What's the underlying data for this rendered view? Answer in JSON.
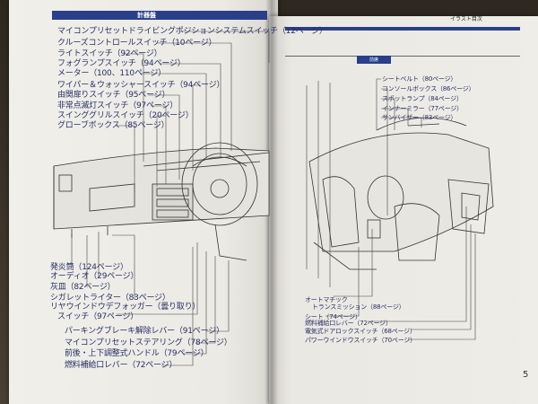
{
  "left_page": {
    "section_title": "計器盤",
    "top_labels": [
      "マイコンプリセットドライビングポジションシステムスイッチ（12ページ）",
      "クルーズコントロールスイッチ（10ページ）",
      "ライトスイッチ（92ページ）",
      "フォグランプスイッチ（94ページ）",
      "メーター（100、110ページ）",
      "ワイパー＆ウォッシャースイッチ（94ページ）",
      "由関扉りスイッチ（95ページ）",
      "非常点滅灯スイッチ（97ページ）",
      "スインググリルスイッチ（20ページ）",
      "グローブボックス（85ページ）"
    ],
    "bottom_labels": [
      "発炎筒（124ページ）",
      "オーディオ（29ページ）",
      "灰皿（82ページ）",
      "シガレットライター（83ページ）",
      "リヤウインドウデフォッガー（曇り取り）",
      "スイッチ（97ページ）",
      "パーキングブレーキ解除レバー（91ページ）",
      "マイコンプリセットステアリング（78ページ）",
      "前後・上下調整式ハンドル（79ページ）",
      "燃料補給口レバー（72ページ）"
    ]
  },
  "right_page": {
    "corner_tag": "イラスト目次",
    "section_title": "前席",
    "top_labels": [
      "シートベルト（80ページ）",
      "コンソールボックス（86ページ）",
      "スポットランプ（84ページ）",
      "インナーミラー（77ページ）",
      "サンバイザー（83ページ）"
    ],
    "bottom_labels": [
      "オートマチック",
      "トランスミッション（88ページ）",
      "シート（74ページ）",
      "燃料補給口レバー（72ページ）",
      "電気式ドアロックスイッチ（68ページ）",
      "パワーウインドウスイッチ（70ページ）"
    ],
    "page_number": "5"
  }
}
